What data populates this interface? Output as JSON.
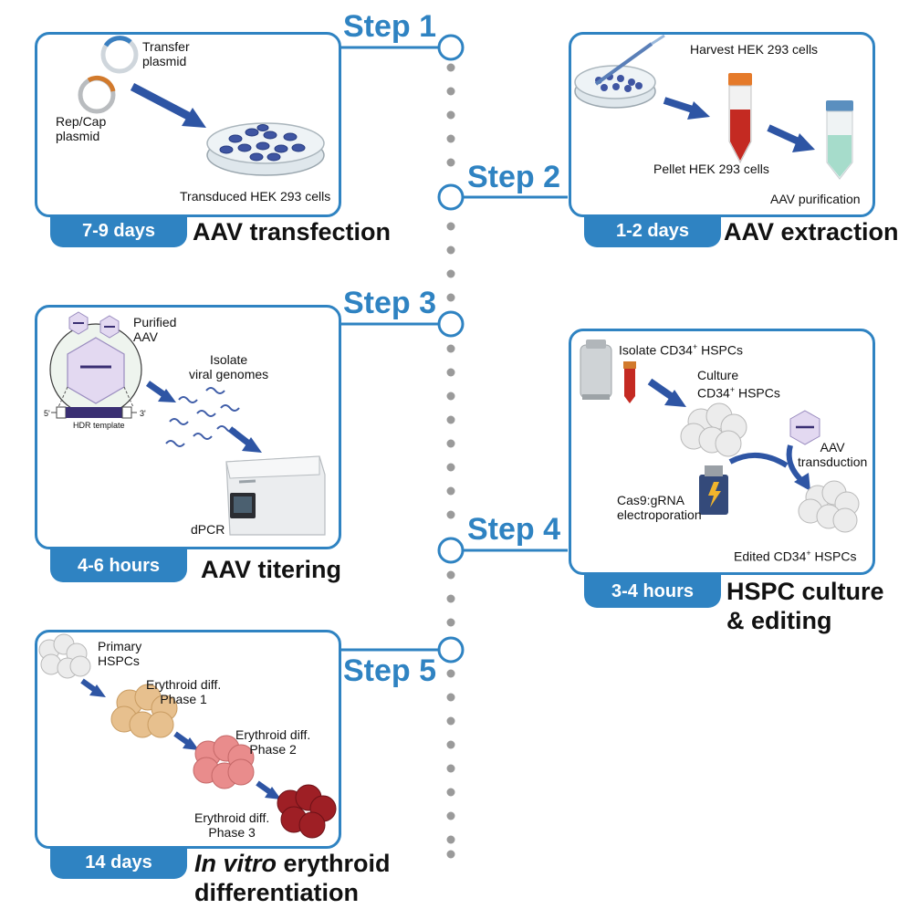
{
  "steps": [
    {
      "label": "Step 1",
      "duration": "7-9 days",
      "title": "AAV transfection",
      "labels": {
        "transfer": "Transfer\nplasmid",
        "repcap": "Rep/Cap\nplasmid",
        "cells": "Transduced HEK 293 cells"
      }
    },
    {
      "label": "Step 2",
      "duration": "1-2 days",
      "title": "AAV extraction",
      "labels": {
        "harvest": "Harvest HEK 293 cells",
        "pellet": "Pellet HEK 293 cells",
        "purify": "AAV purification"
      }
    },
    {
      "label": "Step 3",
      "duration": "4-6 hours",
      "title": "AAV titering",
      "labels": {
        "purified": "Purified\nAAV",
        "isolate": "Isolate\nviral genomes",
        "hdr": "HDR template",
        "five": "5'",
        "three": "3'",
        "dpcr": "dPCR"
      }
    },
    {
      "label": "Step 4",
      "duration": "3-4 hours",
      "title": "HSPC culture\n& editing",
      "labels": {
        "isolate_pre": "Isolate CD34",
        "culture": "Culture",
        "culture2_pre": "CD34",
        "hspcs": " HSPCs",
        "sup": "+",
        "aav": "AAV\ntransduction",
        "cas9": "Cas9:gRNA\nelectroporation",
        "edited_pre": "Edited CD34"
      }
    },
    {
      "label": "Step 5",
      "duration": "14 days",
      "title_italic": "In vitro",
      "title_rest": " erythroid\ndifferentiation",
      "labels": {
        "primary": "Primary\nHSPCs",
        "p1": "Erythroid diff.\nPhase 1",
        "p2": "Erythroid diff.\nPhase 2",
        "p3": "Erythroid diff.\nPhase 3"
      }
    }
  ],
  "colors": {
    "accent": "#2f83c2",
    "arrow": "#2e55a4",
    "blood": "#c42a22",
    "phase1": "#e7c08e",
    "phase2": "#e98c8c",
    "phase3": "#9e1f25"
  },
  "icons": [
    "plasmid-icon",
    "petri-dish-icon",
    "tube-icon",
    "column-icon",
    "capsid-icon",
    "dna-icon",
    "dpcr-machine-icon",
    "freezer-icon",
    "cell-cluster-icon",
    "electroporation-icon"
  ]
}
